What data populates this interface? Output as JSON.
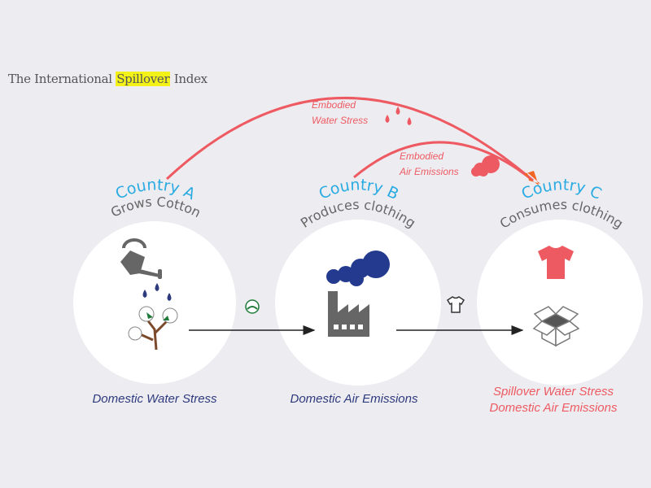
{
  "title": {
    "prefix": "The International ",
    "highlight": "Spillover",
    "suffix": " Index"
  },
  "colors": {
    "background": "#edecf1",
    "accent_red": "#ee5a62",
    "country_blue": "#29abe2",
    "navy": "#2e3a7e",
    "gray": "#666666",
    "arrowhead_orange": "#f26522",
    "highlight_yellow": "#f3f218"
  },
  "countries": [
    {
      "name": "Country A",
      "role": "Grows Cotton",
      "footer": "Domestic Water Stress"
    },
    {
      "name": "Country B",
      "role": "Produces clothing",
      "footer": "Domestic Air Emissions"
    },
    {
      "name": "Country C",
      "role": "Consumes clothing",
      "footer_lines": [
        "Spillover Water Stress",
        "Domestic Air Emissions"
      ]
    }
  ],
  "flows": {
    "embodied_water": {
      "line1": "Embodied",
      "line2": "Water Stress"
    },
    "embodied_air": {
      "line1": "Embodied",
      "line2": "Air Emissions"
    }
  }
}
